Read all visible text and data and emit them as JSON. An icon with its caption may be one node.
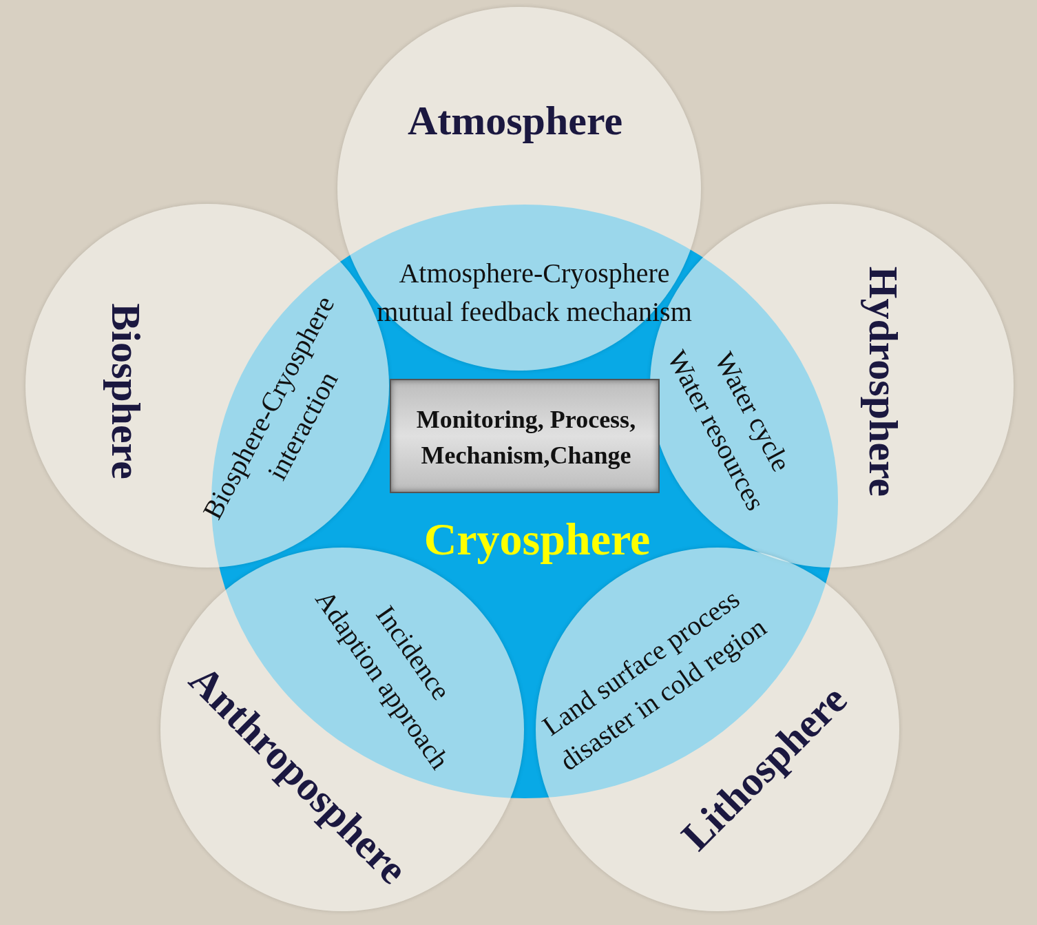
{
  "diagram": {
    "nodes": [
      {
        "text": [
          "Cryosphere"
        ]
      },
      {
        "text": [
          "Monitoring, Process, Mechanism,Change"
        ],
        "in": 0
      },
      {
        "text": [
          "Atmosphere"
        ]
      },
      {
        "text": [
          "Hydrosphere"
        ]
      },
      {
        "text": [
          "Lithosphere"
        ]
      },
      {
        "text": [
          "Anthroposphere"
        ]
      },
      {
        "text": [
          "Biosphere"
        ]
      }
    ],
    "edges": [],
    "labels": [
      "Atmosphere-Cryosphere mutual feedback mechanism",
      "Biosphere-Cryosphere interaction",
      "Water cycle",
      "Water resources",
      "Incidence",
      "Adaption approach",
      "Land surface process disaster in cold region"
    ]
  }
}
